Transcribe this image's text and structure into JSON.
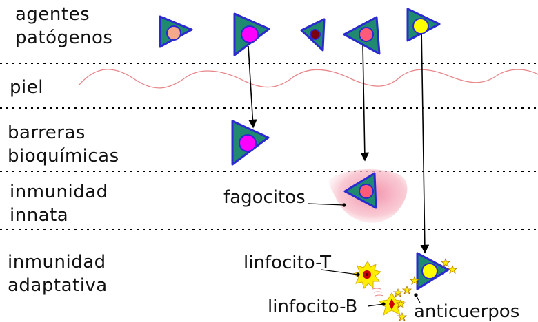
{
  "layers": [
    {
      "id": "pathogens",
      "lines": [
        "agentes",
        "patógenos"
      ]
    },
    {
      "id": "skin",
      "lines": [
        "piel"
      ]
    },
    {
      "id": "biochemical",
      "lines": [
        "barreras",
        "bioquímicas"
      ]
    },
    {
      "id": "innate",
      "lines": [
        "inmunidad",
        "innata"
      ]
    },
    {
      "id": "adaptive",
      "lines": [
        "inmunidad",
        "adaptativa"
      ]
    }
  ],
  "callouts": {
    "phagocytes": "fagocitos",
    "t_cell": "linfocito-T",
    "b_cell": "linfocito-B",
    "antibodies": "anticuerpos"
  },
  "colors": {
    "pathogen_fill": "#1f8a70",
    "pathogen_outline": "#2a2ad0",
    "skin_line": "#e8868a",
    "phagocyte_fill": "#f7b9c6",
    "nucleus_colors": [
      "#f4a98a",
      "#ff00ff",
      "#7a0010",
      "#ff5a78",
      "#ffff00"
    ],
    "star_yellow": "#ffee00",
    "star_red": "#cc0000"
  }
}
